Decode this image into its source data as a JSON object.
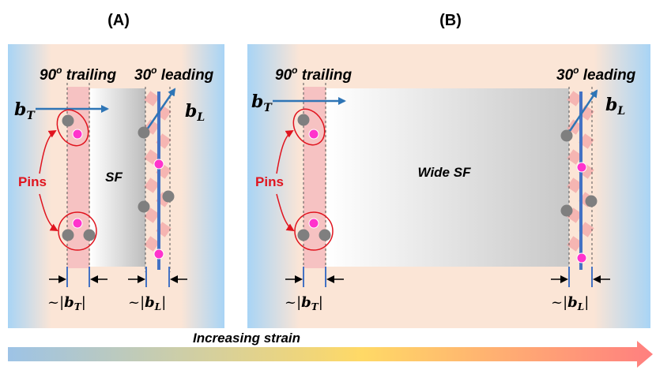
{
  "panels": [
    {
      "label": "(A)",
      "trailing_angle": "90",
      "trailing_word": "trailing",
      "leading_angle": "30",
      "leading_word": "leading",
      "stacking_fault_label": "SF",
      "pins_label": "Pins",
      "trailing_burgers": {
        "symbol": "b",
        "subscript": "T"
      },
      "leading_burgers": {
        "symbol": "b",
        "subscript": "L"
      },
      "trailing_width": {
        "prefix": "~|",
        "symbol": "b",
        "subscript": "T",
        "suffix": "|"
      },
      "leading_width": {
        "prefix": "~|",
        "symbol": "b",
        "subscript": "L",
        "suffix": "|"
      }
    },
    {
      "label": "(B)",
      "trailing_angle": "90",
      "trailing_word": "trailing",
      "leading_angle": "30",
      "leading_word": "leading",
      "stacking_fault_label": "Wide SF",
      "pins_label": "Pins",
      "trailing_burgers": {
        "symbol": "b",
        "subscript": "T"
      },
      "leading_burgers": {
        "symbol": "b",
        "subscript": "L"
      },
      "trailing_width": {
        "prefix": "~|",
        "symbol": "b",
        "subscript": "T",
        "suffix": "|"
      },
      "leading_width": {
        "prefix": "~|",
        "symbol": "b",
        "subscript": "L",
        "suffix": "|"
      }
    }
  ],
  "strain_arrow_label": "Increasing strain",
  "colors": {
    "matrix_edge": "#a8d4f5",
    "matrix_center": "#fbe5d6",
    "trailing_band": "#f6c2c2",
    "stacking_fault": "#d9d9d9",
    "dislocation_line": "#4472c4",
    "burgers_arrow": "#2e75b6",
    "pin_circle": "#e0141e",
    "gray_atom": "#7f7f7f",
    "magenta_atom": "#ff33cc",
    "strain_start": "#9dc3e6",
    "strain_mid": "#ffd966",
    "strain_end": "#ff7f7f"
  }
}
